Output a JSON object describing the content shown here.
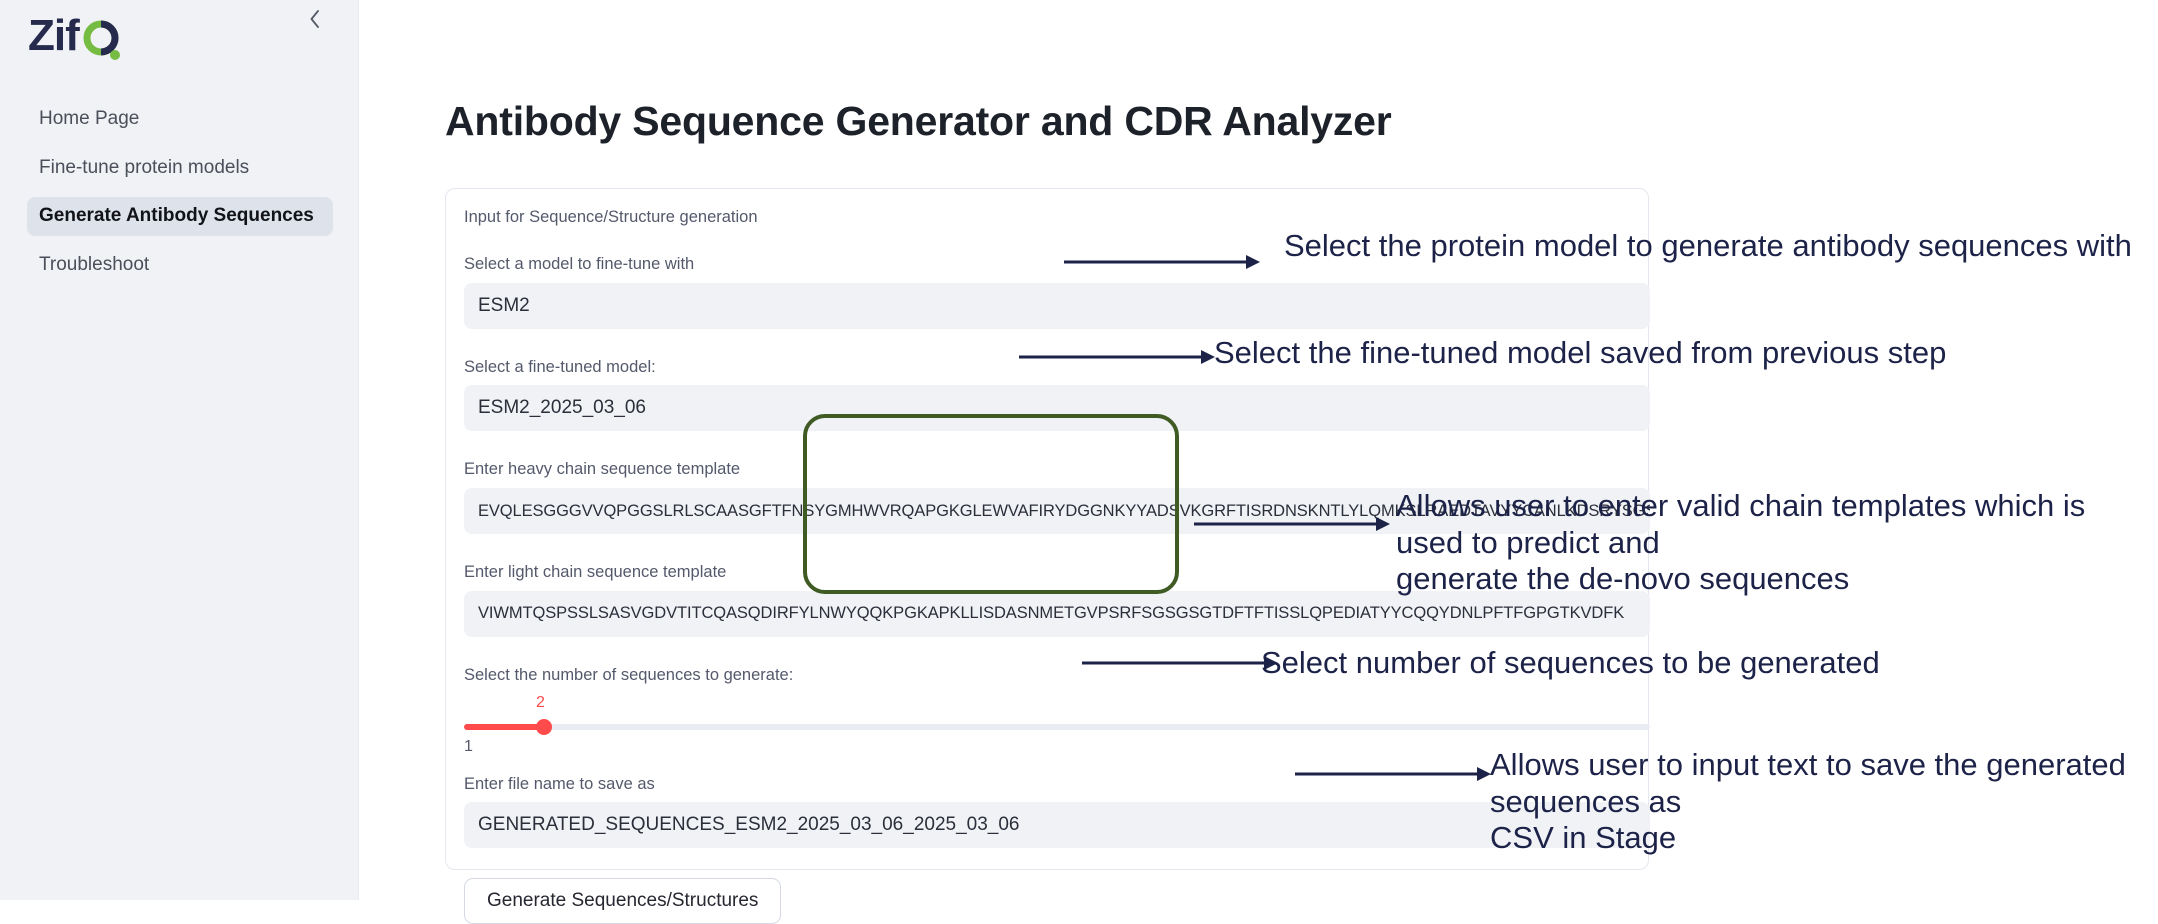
{
  "sidebar": {
    "logo_alt": "Zifo",
    "logo_colors": {
      "text": "#262b4d",
      "accent": "#76bc43"
    },
    "collapse_icon": "chevron-left-icon",
    "items": [
      {
        "label": "Home Page",
        "active": false
      },
      {
        "label": "Fine-tune protein models",
        "active": false
      },
      {
        "label": "Generate Antibody Sequences",
        "active": true
      },
      {
        "label": "Troubleshoot",
        "active": false
      }
    ]
  },
  "main": {
    "page_title": "Antibody Sequence Generator and CDR Analyzer",
    "form": {
      "section_caption": "Input for Sequence/Structure generation",
      "model_label": "Select a model to fine-tune with",
      "model_value": "ESM2",
      "finetuned_label": "Select a fine-tuned model:",
      "finetuned_value": "ESM2_2025_03_06",
      "heavy_label": "Enter heavy chain sequence template",
      "heavy_value": "EVQLESGGGVVQPGGSLRLSCAASGFTFNSYGMHWVRQAPGKGLEWVAFIRYDGGNKYYADSVKGRFTISRDNSKNTLYLQMKSLRAEDTAVYYCANLKDSRYSGSYYDYWGQGTLVTVS",
      "light_label": "Enter light chain sequence template",
      "light_value": "VIWMTQSPSSLSASVGDVTITCQASQDIRFYLNWYQQKPGKAPKLLISDASNMETGVPSRFSGSGSGTDFTFTISSLQPEDIATYYCQQYDNLPFTFGPGTKVDFK",
      "count_label": "Select the number of sequences to generate:",
      "count_value": "2",
      "count_min": "1",
      "count_accent": "#ff4b4b",
      "filename_label": "Enter file name to save as",
      "filename_value": "GENERATED_SEQUENCES_ESM2_2025_03_06_2025_03_06",
      "generate_button": "Generate Sequences/Structures"
    }
  },
  "annotations": {
    "color": "#1d2348",
    "highlight_color": "#3f5b23",
    "items": [
      {
        "text": "Select the protein model to generate antibody sequences with"
      },
      {
        "text": "Select the fine-tuned model saved from previous step"
      },
      {
        "text": "Allows user to enter valid chain templates which is used to predict and\ngenerate the de-novo sequences"
      },
      {
        "text": "Select number of sequences to be generated"
      },
      {
        "text": "Allows user to input text to save the generated sequences as\nCSV in Stage"
      }
    ]
  }
}
